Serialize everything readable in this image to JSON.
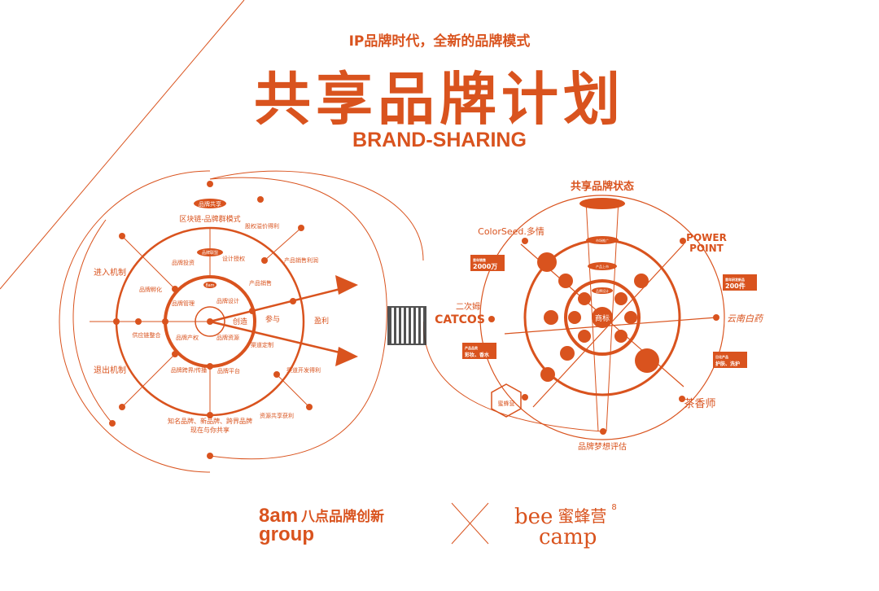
{
  "header": {
    "subtitle": "IP品牌时代，全新的品牌模式",
    "title": "共享品牌计划",
    "english": "BRAND-SHARING"
  },
  "left": {
    "pill_top": "品牌共享",
    "top_label": "区块链-品牌群模式",
    "pill_mid": "品牌联盟",
    "pill_inner": "8am",
    "labels": {
      "equity": "股权溢价得利",
      "sales_profit": "产品销售利润",
      "invest": "品牌投资",
      "design_auth": "设计授权",
      "product_sales": "产品销售",
      "entry": "进入机制",
      "incubate": "品牌孵化",
      "manage": "品牌管理",
      "design": "品牌设计",
      "create": "创造",
      "participate": "参与",
      "profit": "盈利",
      "supply": "供应链整合",
      "property": "品牌产权",
      "resource": "品牌资源",
      "channel": "渠道定制",
      "exit": "退出机制",
      "crossover": "品牌跨界/传播",
      "platform": "品牌平台",
      "channel_profit": "渠道开发得利",
      "share_profit": "资源共享获利"
    },
    "bottom_line1": "知名品牌、新品牌、跨界品牌",
    "bottom_line2": "现在与你共享"
  },
  "right": {
    "title": "共享品牌状态",
    "center": "商标",
    "pill1": "市场推广",
    "pill2": "产品上市",
    "pill3": "品牌设计",
    "brands": {
      "colorseed": "ColorSeed.多情",
      "powerpoint1": "POWER",
      "powerpoint2": "POINT",
      "catcos1": "二次姆",
      "catcos2": "CATCOS",
      "yunnan": "云南白药",
      "chaxiang": "茶香师",
      "beecamp": "蜜蜂营"
    },
    "boxes": {
      "b1_small": "首年销售",
      "b1": "2000万",
      "b2_small": "首年研发新品",
      "b2": "200件",
      "b3_small": "产品品类",
      "b3": "彩妆、香水",
      "b4_small": "日化产品",
      "b4": "护肤、洗护"
    },
    "bottom": "品牌梦想评估"
  },
  "footer": {
    "logo1_a": "8am",
    "logo1_b": "group",
    "logo1_cn": "八点品牌创新",
    "logo2_a": "bee",
    "logo2_b": "camp",
    "logo2_cn": "蜜蜂营",
    "logo2_num": "8"
  },
  "colors": {
    "accent": "#d9531e"
  }
}
